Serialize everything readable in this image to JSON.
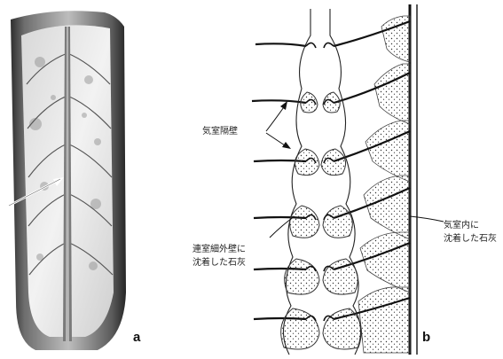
{
  "figure": {
    "panel_a": {
      "letter": "a"
    },
    "panel_b": {
      "letter": "b",
      "labels": {
        "septa": "気室隔壁",
        "connecting_ring_line1": "連室細外壁に",
        "connecting_ring_line2": "沈着した石灰",
        "chamber_line1": "気室内に",
        "chamber_line2": "沈着した石灰"
      }
    }
  }
}
